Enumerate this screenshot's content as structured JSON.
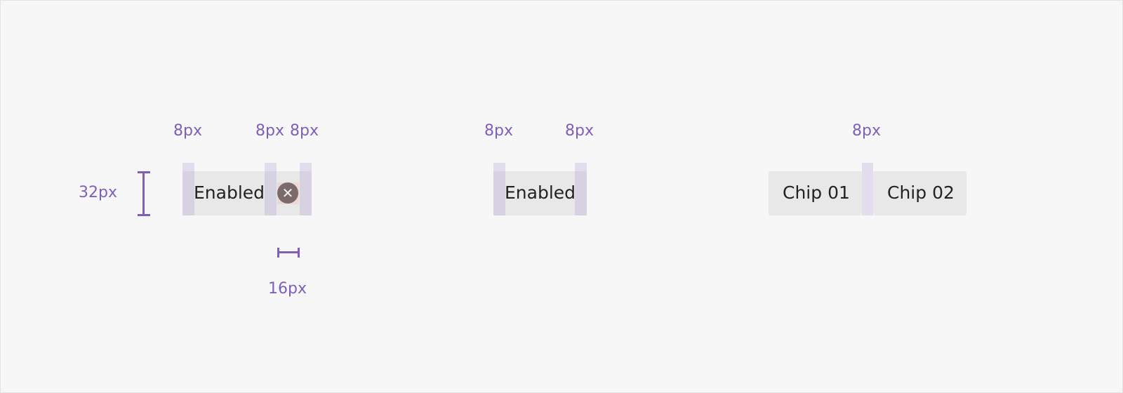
{
  "diagram": {
    "accent_color": "#7f5fb8",
    "chip_background": "#e8e8e8",
    "close_icon_color": "#7b6a6a",
    "height_label": "32px",
    "icon_width_label": "16px",
    "removable_chip": {
      "label": "Enabled",
      "left_padding_label": "8px",
      "icon_gap_label": "8px",
      "right_padding_label": "8px",
      "icon": "close-circle-icon"
    },
    "basic_chip": {
      "label": "Enabled",
      "left_padding_label": "8px",
      "right_padding_label": "8px"
    },
    "chip_group": {
      "chips": [
        "Chip 01",
        "Chip 02"
      ],
      "gap_label": "8px"
    }
  }
}
